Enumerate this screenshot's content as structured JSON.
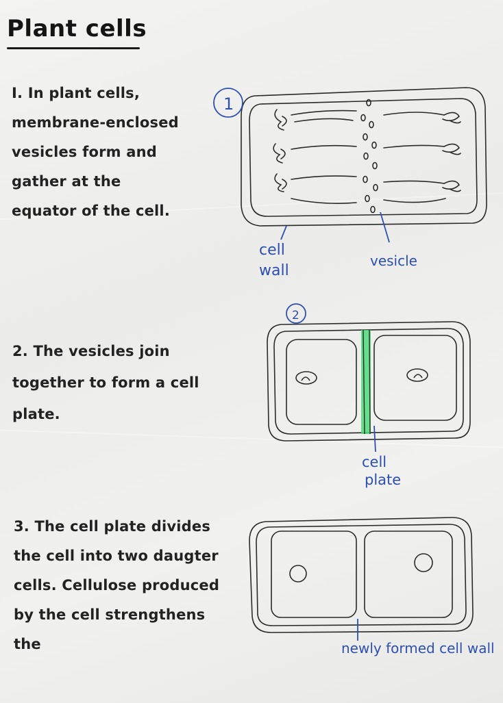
{
  "title": "Plant cells",
  "steps": [
    {
      "number_mark": "1",
      "text": "I. In plant cells, membrane-enclosed vesicles form and gather at the equator of the cell.",
      "lines": [
        "I. In plant cells,",
        "membrane-enclosed",
        "vesicles form and",
        "gather at the",
        "equator of the cell."
      ],
      "labels": [
        "Cell wall",
        "vesicle"
      ],
      "label_lines": {
        "cell_wall": [
          "cell",
          "wall"
        ],
        "vesicle": "vesicle"
      }
    },
    {
      "number_mark": "2",
      "text": "2. The vesicles join together to form a cell plate.",
      "lines": [
        "2. The vesicles join",
        "together to form a cell",
        "plate."
      ],
      "labels": [
        "cell plate"
      ],
      "label_lines": {
        "cell_plate": [
          "cell",
          "plate"
        ]
      }
    },
    {
      "number_mark": "",
      "text": "3. The cell plate divides the cell into two daugter cells. Cellulose produced by the cell strengthens the",
      "lines": [
        "3. The cell plate divides",
        "the cell into two daugter",
        "cells. Cellulose produced",
        "by the cell strengthens",
        "the"
      ],
      "labels": [
        "newly formed cell wall"
      ]
    }
  ],
  "colors": {
    "ink": "#1e1e1e",
    "blue_pen": "#2d4fb3",
    "highlighter": "#4ddc79"
  }
}
